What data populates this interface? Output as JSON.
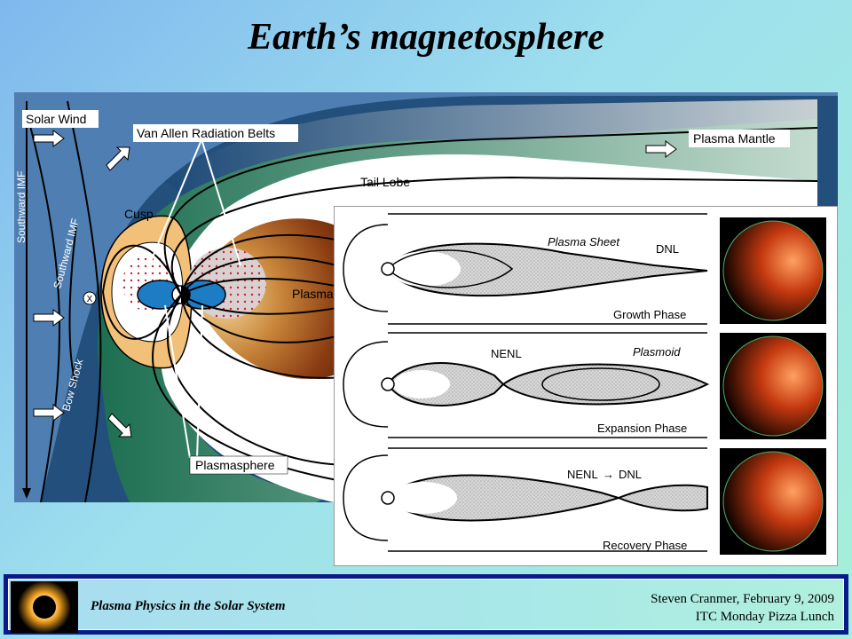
{
  "slide": {
    "title": "Earth’s magnetosphere"
  },
  "magnetosphere_figure": {
    "labels": {
      "solar_wind": "Solar Wind",
      "van_allen": "Van Allen Radiation Belts",
      "plasma_mantle": "Plasma Mantle",
      "tail_lobe": "Tail Lobe",
      "cusp": "Cusp",
      "southward_imf_1": "Southward IMF",
      "southward_imf_2": "Southward IMF",
      "bow_shock": "Bow Shock",
      "x_point": "X",
      "plasma_partial": "Plasma",
      "plasmasphere": "Plasmasphere"
    }
  },
  "substorm_figure": {
    "panels": [
      {
        "phase": "Growth Phase",
        "label_a": "Plasma Sheet",
        "label_b": "DNL"
      },
      {
        "phase": "Expansion Phase",
        "label_a": "NENL",
        "label_b": "Plasmoid"
      },
      {
        "phase": "Recovery Phase",
        "label_a": "NENL",
        "arrow": "→",
        "label_b": "DNL"
      }
    ]
  },
  "footer": {
    "course": "Plasma Physics in the Solar System",
    "author_line": "Steven Cranmer,  February 9, 2009",
    "event_line": "ITC Monday Pizza Lunch"
  }
}
